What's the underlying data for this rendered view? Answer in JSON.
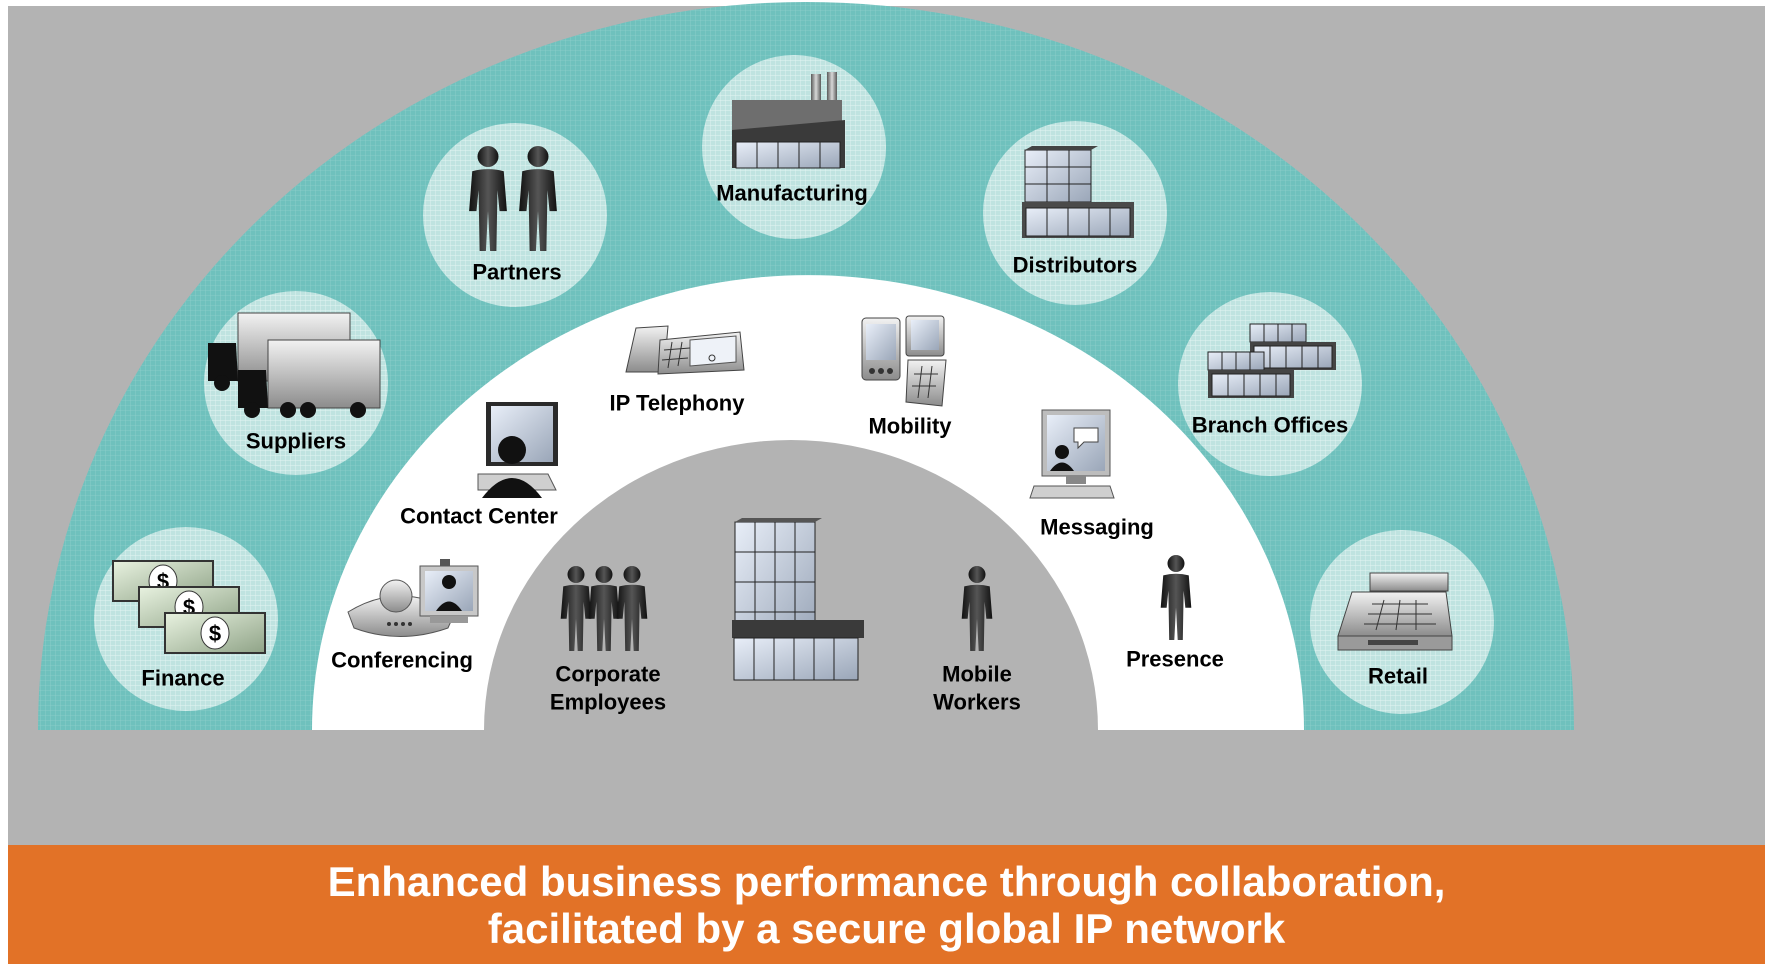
{
  "colors": {
    "background": "#b3b3b3",
    "outer_ring": "#6fc1bd",
    "middle_ring": "#ffffff",
    "inner_core": "#b3b3b3",
    "banner": "#e27227",
    "banner_text": "#ffffff"
  },
  "outer_ring": {
    "items": [
      {
        "label": "Finance",
        "icon": "money-stack-icon"
      },
      {
        "label": "Suppliers",
        "icon": "trucks-icon"
      },
      {
        "label": "Partners",
        "icon": "two-people-icon"
      },
      {
        "label": "Manufacturing",
        "icon": "factory-icon"
      },
      {
        "label": "Distributors",
        "icon": "warehouse-icon"
      },
      {
        "label": "Branch Offices",
        "icon": "branch-buildings-icon"
      },
      {
        "label": "Retail",
        "icon": "cash-register-icon"
      }
    ]
  },
  "middle_ring": {
    "items": [
      {
        "label": "Conferencing",
        "icon": "conference-phone-icon"
      },
      {
        "label": "Contact Center",
        "icon": "agent-computer-icon"
      },
      {
        "label": "IP Telephony",
        "icon": "ip-phone-icon"
      },
      {
        "label": "Mobility",
        "icon": "mobile-devices-icon"
      },
      {
        "label": "Messaging",
        "icon": "messaging-monitor-icon"
      },
      {
        "label": "Presence",
        "icon": "person-icon"
      }
    ]
  },
  "core": {
    "corporate_line1": "Corporate",
    "corporate_line2": "Employees",
    "mobile_line1": "Mobile",
    "mobile_line2": "Workers",
    "corporate_icon": "group-of-people-icon",
    "building_icon": "office-building-icon",
    "mobile_icon": "person-icon"
  },
  "banner": {
    "line1": "Enhanced business performance through collaboration,",
    "line2": "facilitated by a secure global IP network"
  }
}
